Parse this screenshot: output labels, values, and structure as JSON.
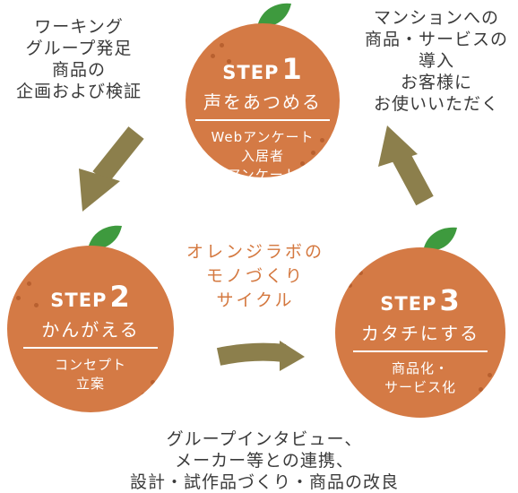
{
  "notes": {
    "left": [
      "ワーキング",
      "グループ発足",
      "商品の",
      "企画および検証"
    ],
    "right": [
      "マンションへの",
      "商品・サービスの",
      "導入",
      "お客様に",
      "お使いいただく"
    ],
    "bottom": [
      "グループインタビュー、",
      "メーカー等との連携、",
      "設計・試作品づくり・商品の改良"
    ]
  },
  "center_title": [
    "オレンジラボの",
    "モノづくり",
    "サイクル"
  ],
  "steps": [
    {
      "word": "STEP",
      "number": "1",
      "title": "声をあつめる",
      "desc": [
        "Webアンケート",
        "入居者",
        "アンケート"
      ]
    },
    {
      "word": "STEP",
      "number": "2",
      "title": "かんがえる",
      "desc": [
        "コンセプト",
        "立案"
      ]
    },
    {
      "word": "STEP",
      "number": "3",
      "title": "カタチにする",
      "desc": [
        "商品化・",
        "サービス化"
      ]
    }
  ],
  "colors": {
    "orange": "#d47a45",
    "orange_dot": "#b8602f",
    "leaf": "#3e9a3e",
    "arrow": "#8c7f4c",
    "title_orange": "#d4783f"
  }
}
